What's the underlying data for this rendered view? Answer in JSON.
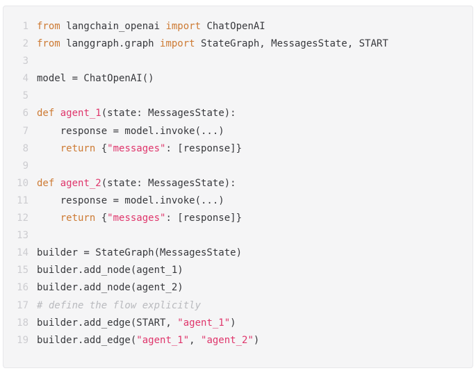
{
  "colors": {
    "page_bg": "#ffffff",
    "code_bg": "#f5f5f6",
    "border": "#e7e7ea",
    "text": "#37383c",
    "keyword": "#cd7a33",
    "string": "#df356b",
    "comment": "#b9babe",
    "line_number": "#ccccd0"
  },
  "code": {
    "language": "python",
    "lines": [
      {
        "n": "1",
        "tokens": [
          {
            "t": "kw",
            "v": "from"
          },
          {
            "t": "pl",
            "v": " langchain_openai "
          },
          {
            "t": "kw",
            "v": "import"
          },
          {
            "t": "pl",
            "v": " ChatOpenAI"
          }
        ]
      },
      {
        "n": "2",
        "tokens": [
          {
            "t": "kw",
            "v": "from"
          },
          {
            "t": "pl",
            "v": " langgraph.graph "
          },
          {
            "t": "kw",
            "v": "import"
          },
          {
            "t": "pl",
            "v": " StateGraph, MessagesState, START"
          }
        ]
      },
      {
        "n": "3",
        "tokens": []
      },
      {
        "n": "4",
        "tokens": [
          {
            "t": "pl",
            "v": "model = ChatOpenAI()"
          }
        ]
      },
      {
        "n": "5",
        "tokens": []
      },
      {
        "n": "6",
        "tokens": [
          {
            "t": "kw",
            "v": "def"
          },
          {
            "t": "pl",
            "v": " "
          },
          {
            "t": "fn",
            "v": "agent_1"
          },
          {
            "t": "pl",
            "v": "(state: MessagesState):"
          }
        ]
      },
      {
        "n": "7",
        "tokens": [
          {
            "t": "pl",
            "v": "    response = model.invoke(...)"
          }
        ]
      },
      {
        "n": "8",
        "tokens": [
          {
            "t": "pl",
            "v": "    "
          },
          {
            "t": "kw",
            "v": "return"
          },
          {
            "t": "pl",
            "v": " {"
          },
          {
            "t": "str",
            "v": "\"messages\""
          },
          {
            "t": "pl",
            "v": ": [response]}"
          }
        ]
      },
      {
        "n": "9",
        "tokens": []
      },
      {
        "n": "10",
        "tokens": [
          {
            "t": "kw",
            "v": "def"
          },
          {
            "t": "pl",
            "v": " "
          },
          {
            "t": "fn",
            "v": "agent_2"
          },
          {
            "t": "pl",
            "v": "(state: MessagesState):"
          }
        ]
      },
      {
        "n": "11",
        "tokens": [
          {
            "t": "pl",
            "v": "    response = model.invoke(...)"
          }
        ]
      },
      {
        "n": "12",
        "tokens": [
          {
            "t": "pl",
            "v": "    "
          },
          {
            "t": "kw",
            "v": "return"
          },
          {
            "t": "pl",
            "v": " {"
          },
          {
            "t": "str",
            "v": "\"messages\""
          },
          {
            "t": "pl",
            "v": ": [response]}"
          }
        ]
      },
      {
        "n": "13",
        "tokens": []
      },
      {
        "n": "14",
        "tokens": [
          {
            "t": "pl",
            "v": "builder = StateGraph(MessagesState)"
          }
        ]
      },
      {
        "n": "15",
        "tokens": [
          {
            "t": "pl",
            "v": "builder.add_node(agent_1)"
          }
        ]
      },
      {
        "n": "16",
        "tokens": [
          {
            "t": "pl",
            "v": "builder.add_node(agent_2)"
          }
        ]
      },
      {
        "n": "17",
        "tokens": [
          {
            "t": "cm",
            "v": "# define the flow explicitly"
          }
        ]
      },
      {
        "n": "18",
        "tokens": [
          {
            "t": "pl",
            "v": "builder.add_edge(START, "
          },
          {
            "t": "str",
            "v": "\"agent_1\""
          },
          {
            "t": "pl",
            "v": ")"
          }
        ]
      },
      {
        "n": "19",
        "tokens": [
          {
            "t": "pl",
            "v": "builder.add_edge("
          },
          {
            "t": "str",
            "v": "\"agent_1\""
          },
          {
            "t": "pl",
            "v": ", "
          },
          {
            "t": "str",
            "v": "\"agent_2\""
          },
          {
            "t": "pl",
            "v": ")"
          }
        ]
      }
    ]
  }
}
